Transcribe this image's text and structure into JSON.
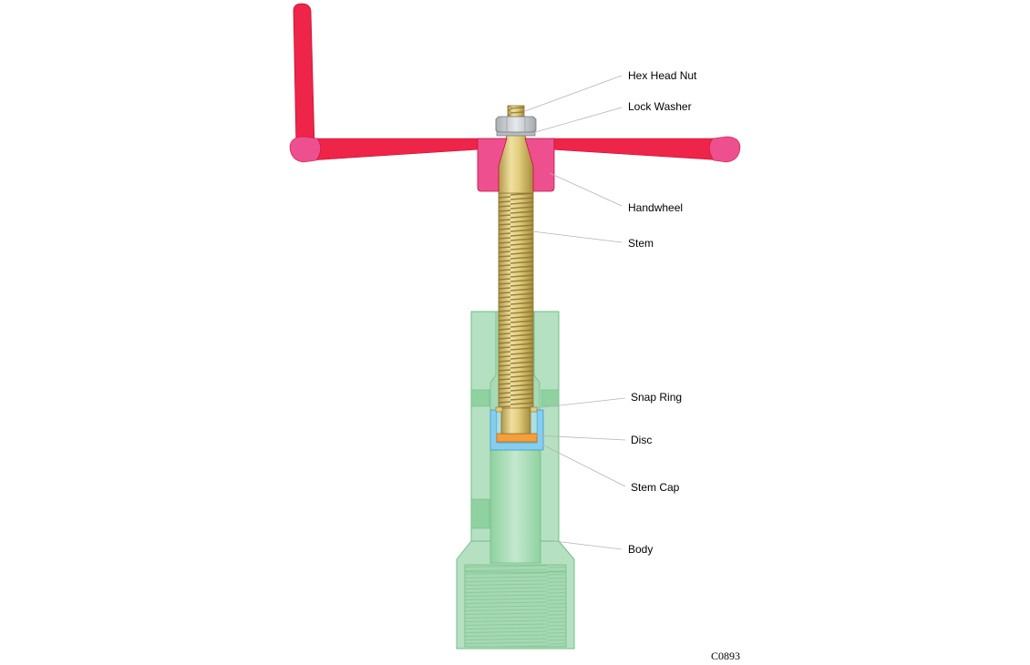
{
  "diagram": {
    "figure_id": "C0893",
    "labels": {
      "hex_head_nut": "Hex Head Nut",
      "lock_washer": "Lock Washer",
      "handwheel": "Handwheel",
      "stem": "Stem",
      "snap_ring": "Snap Ring",
      "disc": "Disc",
      "stem_cap": "Stem Cap",
      "body": "Body"
    },
    "colors": {
      "handwheel": "#ee2449",
      "handwheel_hub": "#ee4f8f",
      "stem": "#e0cc7c",
      "body": "#b6e0c2",
      "body_edge": "#6fbf84",
      "stem_cap": "#86cdf0",
      "disc": "#f59e3c",
      "nut": "#cfd3d6"
    }
  }
}
